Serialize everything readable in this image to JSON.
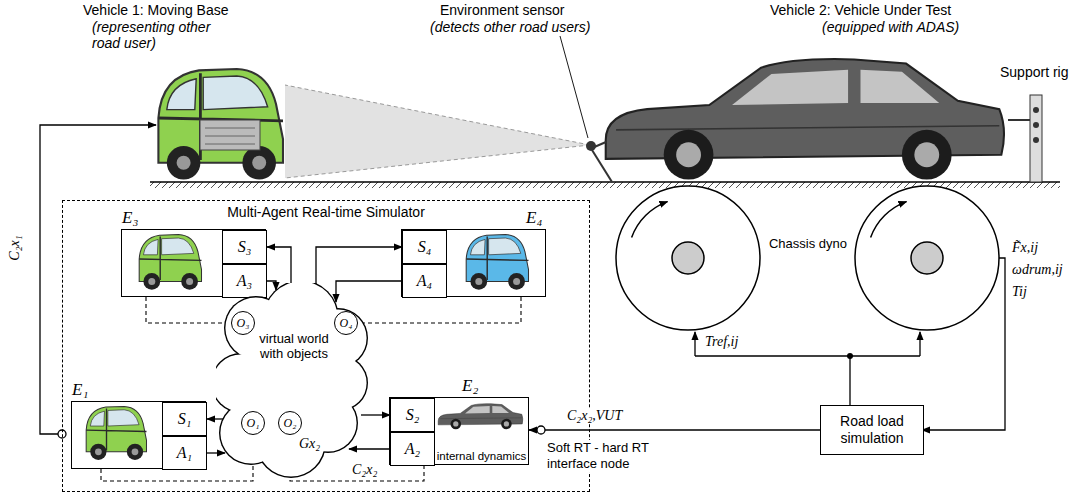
{
  "diagram": {
    "nodes": [
      {
        "text": [
          "Multi-Agent Real-time Simulator"
        ]
      },
      {
        "text": [
          "E₃"
        ],
        "in": 0
      },
      {
        "text": [
          "S₃"
        ],
        "in": 1
      },
      {
        "text": [
          "A₃"
        ],
        "in": 1
      },
      {
        "text": [
          "E₄"
        ],
        "in": 0
      },
      {
        "text": [
          "S₄"
        ],
        "in": 4
      },
      {
        "text": [
          "A₄"
        ],
        "in": 4
      },
      {
        "text": [
          "virtual world with objects"
        ],
        "in": 0
      },
      {
        "text": [
          "O₃"
        ],
        "in": 7
      },
      {
        "text": [
          "O₄"
        ],
        "in": 7
      },
      {
        "text": [
          "O₁"
        ],
        "in": 7
      },
      {
        "text": [
          "O₂"
        ],
        "in": 7
      },
      {
        "text": [
          "E₁"
        ],
        "in": 0
      },
      {
        "text": [
          "S₁"
        ],
        "in": 12
      },
      {
        "text": [
          "A₁"
        ],
        "in": 12
      },
      {
        "text": [
          "E₂",
          "internal dynamics"
        ],
        "in": 0
      },
      {
        "text": [
          "S₂"
        ],
        "in": 15
      },
      {
        "text": [
          "A₂"
        ],
        "in": 15
      },
      {
        "text": [
          "Road load simulation"
        ]
      }
    ],
    "edges": [
      {
        "from": 7,
        "to": 2,
        "arrow": "to"
      },
      {
        "from": 3,
        "to": 7,
        "arrow": "to"
      },
      {
        "from": 7,
        "to": 5,
        "arrow": "to"
      },
      {
        "from": 6,
        "to": 7,
        "arrow": "to"
      },
      {
        "from": 7,
        "to": 13,
        "arrow": "to"
      },
      {
        "from": 14,
        "to": 7,
        "arrow": "to"
      },
      {
        "from": 7,
        "to": 16,
        "arrow": "to"
      },
      {
        "from": 17,
        "to": 7,
        "arrow": "to"
      },
      {
        "from": 1,
        "to": 8,
        "arrow": "none"
      },
      {
        "from": 4,
        "to": 9,
        "arrow": "none"
      },
      {
        "from": 12,
        "to": 10,
        "arrow": "none"
      },
      {
        "from": 15,
        "to": 11,
        "arrow": "none"
      },
      {
        "from": 18,
        "to": 15,
        "arrow": "to",
        "label": "C₂x₂,VUT"
      }
    ],
    "labels": [
      "Vehicle 1: Moving Base",
      "(representing other road user)",
      "Environment sensor",
      "(detects other road users)",
      "Vehicle 2: Vehicle Under Test",
      "(equipped with ADAS)",
      "Support rig",
      "Chassis dyno",
      "C₂x₁",
      "Tref,ij",
      "F̃x,ij",
      "ωdrum,ij",
      "Tij",
      "Gx₂",
      "C₂x₂",
      "Soft RT - hard RT interface node"
    ]
  }
}
